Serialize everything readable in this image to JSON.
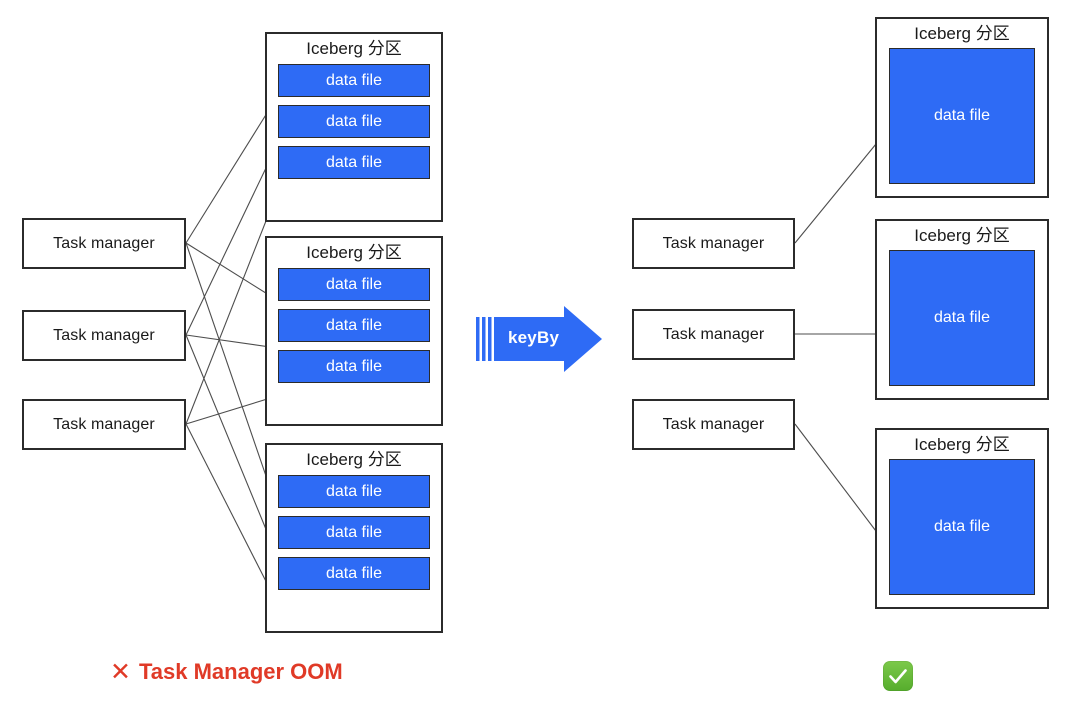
{
  "diagram": {
    "title": "Flink Iceberg keyBy partition write comparison",
    "colors": {
      "data_file_blue": "#2e6bf5",
      "arrow_blue": "#2e6bf5",
      "box_border": "#2b2b2b",
      "fail_red": "#e03a27",
      "ok_green": "#5eb737",
      "connector_gray": "#4d4d4d",
      "background": "#ffffff"
    },
    "left": {
      "task_managers": [
        {
          "label": "Task manager"
        },
        {
          "label": "Task manager"
        },
        {
          "label": "Task manager"
        }
      ],
      "partitions": [
        {
          "title": "Iceberg 分区",
          "files": [
            {
              "label": "data file"
            },
            {
              "label": "data file"
            },
            {
              "label": "data file"
            }
          ]
        },
        {
          "title": "Iceberg 分区",
          "files": [
            {
              "label": "data file"
            },
            {
              "label": "data file"
            },
            {
              "label": "data file"
            }
          ]
        },
        {
          "title": "Iceberg 分区",
          "files": [
            {
              "label": "data file"
            },
            {
              "label": "data file"
            },
            {
              "label": "data file"
            }
          ]
        }
      ],
      "caption": {
        "mark": "✕",
        "text": "Task Manager OOM"
      }
    },
    "middle": {
      "arrow_label": "keyBy"
    },
    "right": {
      "task_managers": [
        {
          "label": "Task manager"
        },
        {
          "label": "Task manager"
        },
        {
          "label": "Task manager"
        }
      ],
      "partitions": [
        {
          "title": "Iceberg 分区",
          "files": [
            {
              "label": "data file"
            }
          ]
        },
        {
          "title": "Iceberg 分区",
          "files": [
            {
              "label": "data file"
            }
          ]
        },
        {
          "title": "Iceberg 分区",
          "files": [
            {
              "label": "data file"
            }
          ]
        }
      ],
      "caption": {
        "mark": "✓",
        "text": ""
      }
    }
  }
}
